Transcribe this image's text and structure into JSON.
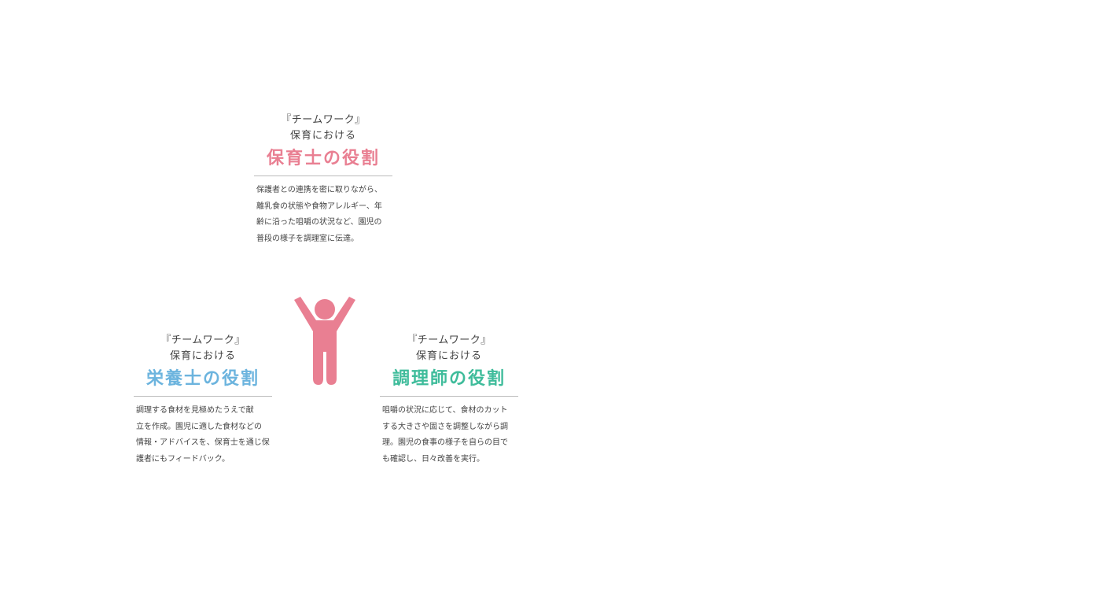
{
  "colors": {
    "pink": "#e97f92",
    "blue": "#6cb4de",
    "green": "#3fbc9b",
    "text": "#444444",
    "divider": "#bbbbbb"
  },
  "figure_icon": "person-arms-raised-icon",
  "roles": {
    "hoikushi": {
      "team_label": "『チームワーク』",
      "sub_label": "保育における",
      "title": "保育士の役割",
      "description": [
        "保護者との連携を密に取りながら、",
        "離乳食の状態や食物アレルギー、年",
        "齢に沿った咀嚼の状況など、園児の",
        "普段の様子を調理室に伝達。"
      ]
    },
    "eiyoushi": {
      "team_label": "『チームワーク』",
      "sub_label": "保育における",
      "title": "栄養士の役割",
      "description": [
        "調理する食材を見極めたうえで献",
        "立を作成。園児に適した食材などの",
        "情報・アドバイスを、保育士を通じ保",
        "護者にもフィードバック。"
      ]
    },
    "chourishi": {
      "team_label": "『チームワーク』",
      "sub_label": "保育における",
      "title": "調理師の役割",
      "description": [
        "咀嚼の状況に応じて、食材のカット",
        "する大きさや固さを調整しながら調",
        "理。園児の食事の様子を自らの目で",
        "も確認し、日々改善を実行。"
      ]
    }
  }
}
